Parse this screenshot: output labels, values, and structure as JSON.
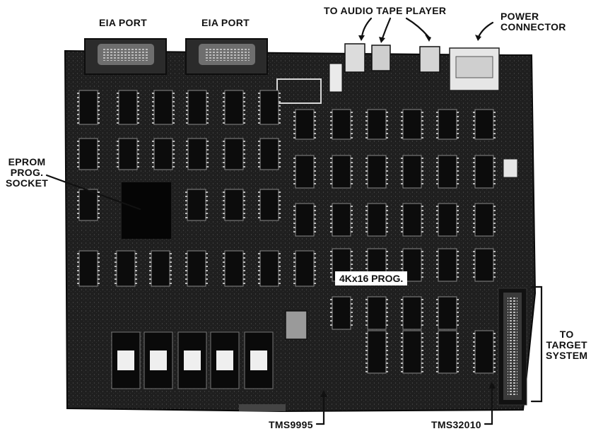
{
  "labels": {
    "eia_port_left": "EIA PORT",
    "eia_port_right": "EIA PORT",
    "audio_tape": "TO AUDIO TAPE PLAYER",
    "power_line1": "POWER",
    "power_line2": "CONNECTOR",
    "eprom_line1": "EPROM",
    "eprom_line2": "PROG.",
    "eprom_line3": "SOCKET",
    "prog_memory": "4Kx16 PROG.",
    "target_line1": "TO",
    "target_line2": "TARGET",
    "target_line3": "SYSTEM",
    "tms9995": "TMS9995",
    "tms32010": "TMS32010"
  },
  "colors": {
    "board": "#1f1f1f",
    "board_dark": "#111111",
    "chip": "#0c0c0c",
    "pin": "#bdbdbd",
    "label": "#111111",
    "background": "#ffffff"
  }
}
